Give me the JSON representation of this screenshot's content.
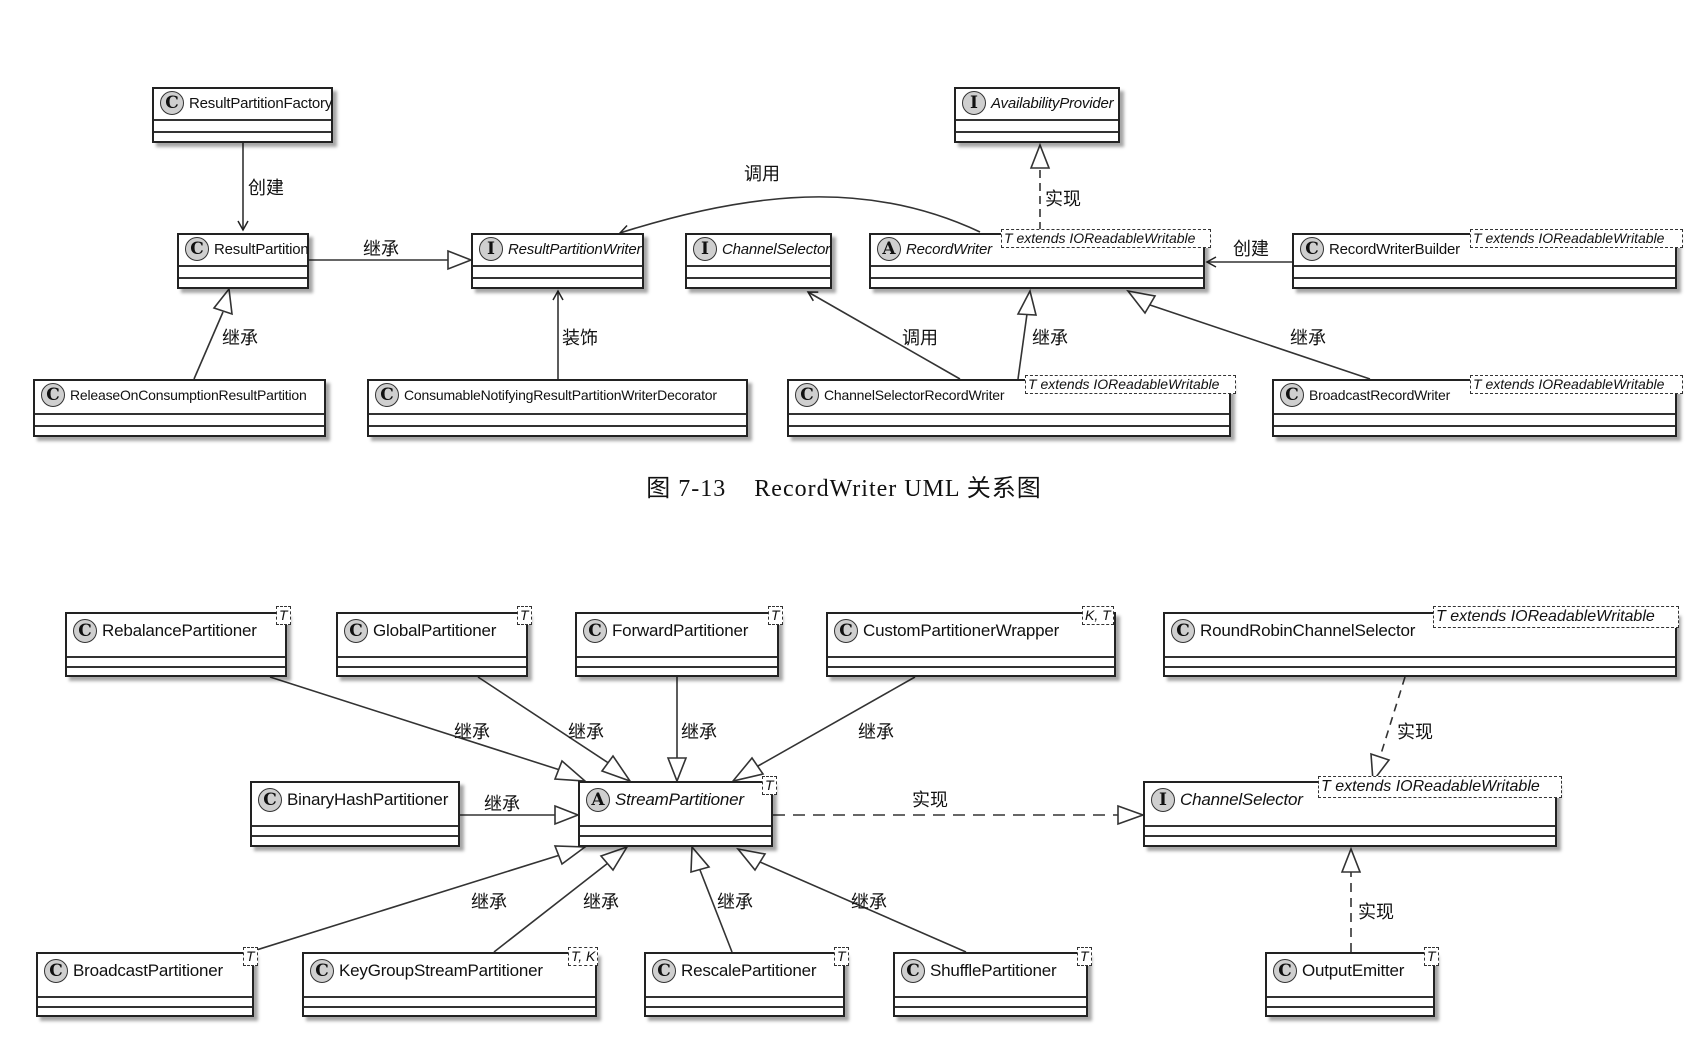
{
  "figure1": {
    "caption_number": "图 7-13",
    "caption_title": "RecordWriter UML 关系图",
    "classes": {
      "result_partition_factory": {
        "stereotype": "C",
        "name": "ResultPartitionFactory"
      },
      "result_partition": {
        "stereotype": "C",
        "name": "ResultPartition"
      },
      "result_partition_writer": {
        "stereotype": "I",
        "name": "ResultPartitionWriter"
      },
      "channel_selector": {
        "stereotype": "I",
        "name": "ChannelSelector"
      },
      "record_writer": {
        "stereotype": "A",
        "name": "RecordWriter",
        "generic": "T extends IOReadableWritable"
      },
      "record_writer_builder": {
        "stereotype": "C",
        "name": "RecordWriterBuilder",
        "generic": "T extends IOReadableWritable"
      },
      "availability_provider": {
        "stereotype": "I",
        "name": "AvailabilityProvider"
      },
      "release_on_consumption": {
        "stereotype": "C",
        "name": "ReleaseOnConsumptionResultPartition"
      },
      "consumable_notifying": {
        "stereotype": "C",
        "name": "ConsumableNotifyingResultPartitionWriterDecorator"
      },
      "channel_selector_record_writer": {
        "stereotype": "C",
        "name": "ChannelSelectorRecordWriter",
        "generic": "T extends IOReadableWritable"
      },
      "broadcast_record_writer": {
        "stereotype": "C",
        "name": "BroadcastRecordWriter",
        "generic": "T extends IOReadableWritable"
      }
    },
    "relations": [
      {
        "from": "ResultPartitionFactory",
        "to": "ResultPartition",
        "label": "创建"
      },
      {
        "from": "ResultPartition",
        "to": "ResultPartitionWriter",
        "label": "继承"
      },
      {
        "from": "ReleaseOnConsumptionResultPartition",
        "to": "ResultPartition",
        "label": "继承"
      },
      {
        "from": "ConsumableNotifyingResultPartitionWriterDecorator",
        "to": "ResultPartitionWriter",
        "label": "装饰"
      },
      {
        "from": "RecordWriter",
        "to": "ResultPartitionWriter",
        "label": "调用"
      },
      {
        "from": "RecordWriter",
        "to": "AvailabilityProvider",
        "label": "实现"
      },
      {
        "from": "RecordWriterBuilder",
        "to": "RecordWriter",
        "label": "创建"
      },
      {
        "from": "ChannelSelectorRecordWriter",
        "to": "ChannelSelector",
        "label": "调用"
      },
      {
        "from": "ChannelSelectorRecordWriter",
        "to": "RecordWriter",
        "label": "继承"
      },
      {
        "from": "BroadcastRecordWriter",
        "to": "RecordWriter",
        "label": "继承"
      }
    ]
  },
  "figure2": {
    "classes": {
      "rebalance": {
        "stereotype": "C",
        "name": "RebalancePartitioner",
        "generic": "T"
      },
      "global": {
        "stereotype": "C",
        "name": "GlobalPartitioner",
        "generic": "T"
      },
      "forward": {
        "stereotype": "C",
        "name": "ForwardPartitioner",
        "generic": "T"
      },
      "custom_wrapper": {
        "stereotype": "C",
        "name": "CustomPartitionerWrapper",
        "generic": "K, T"
      },
      "round_robin": {
        "stereotype": "C",
        "name": "RoundRobinChannelSelector",
        "generic": "T extends IOReadableWritable"
      },
      "binary_hash": {
        "stereotype": "C",
        "name": "BinaryHashPartitioner"
      },
      "stream_partitioner": {
        "stereotype": "A",
        "name": "StreamPartitioner",
        "generic": "T"
      },
      "channel_selector": {
        "stereotype": "I",
        "name": "ChannelSelector",
        "generic": "T extends IOReadableWritable"
      },
      "broadcast": {
        "stereotype": "C",
        "name": "BroadcastPartitioner",
        "generic": "T"
      },
      "key_group": {
        "stereotype": "C",
        "name": "KeyGroupStreamPartitioner",
        "generic": "T, K"
      },
      "rescale": {
        "stereotype": "C",
        "name": "RescalePartitioner",
        "generic": "T"
      },
      "shuffle": {
        "stereotype": "C",
        "name": "ShufflePartitioner",
        "generic": "T"
      },
      "output_emitter": {
        "stereotype": "C",
        "name": "OutputEmitter",
        "generic": "T"
      }
    },
    "relations": [
      {
        "from": "RebalancePartitioner",
        "to": "StreamPartitioner",
        "label": "继承"
      },
      {
        "from": "GlobalPartitioner",
        "to": "StreamPartitioner",
        "label": "继承"
      },
      {
        "from": "ForwardPartitioner",
        "to": "StreamPartitioner",
        "label": "继承"
      },
      {
        "from": "CustomPartitionerWrapper",
        "to": "StreamPartitioner",
        "label": "继承"
      },
      {
        "from": "BinaryHashPartitioner",
        "to": "StreamPartitioner",
        "label": "继承"
      },
      {
        "from": "StreamPartitioner",
        "to": "ChannelSelector",
        "label": "实现"
      },
      {
        "from": "RoundRobinChannelSelector",
        "to": "ChannelSelector",
        "label": "实现"
      },
      {
        "from": "BroadcastPartitioner",
        "to": "StreamPartitioner",
        "label": "继承"
      },
      {
        "from": "KeyGroupStreamPartitioner",
        "to": "StreamPartitioner",
        "label": "继承"
      },
      {
        "from": "RescalePartitioner",
        "to": "StreamPartitioner",
        "label": "继承"
      },
      {
        "from": "ShufflePartitioner",
        "to": "StreamPartitioner",
        "label": "继承"
      },
      {
        "from": "OutputEmitter",
        "to": "ChannelSelector",
        "label": "实现"
      }
    ]
  }
}
